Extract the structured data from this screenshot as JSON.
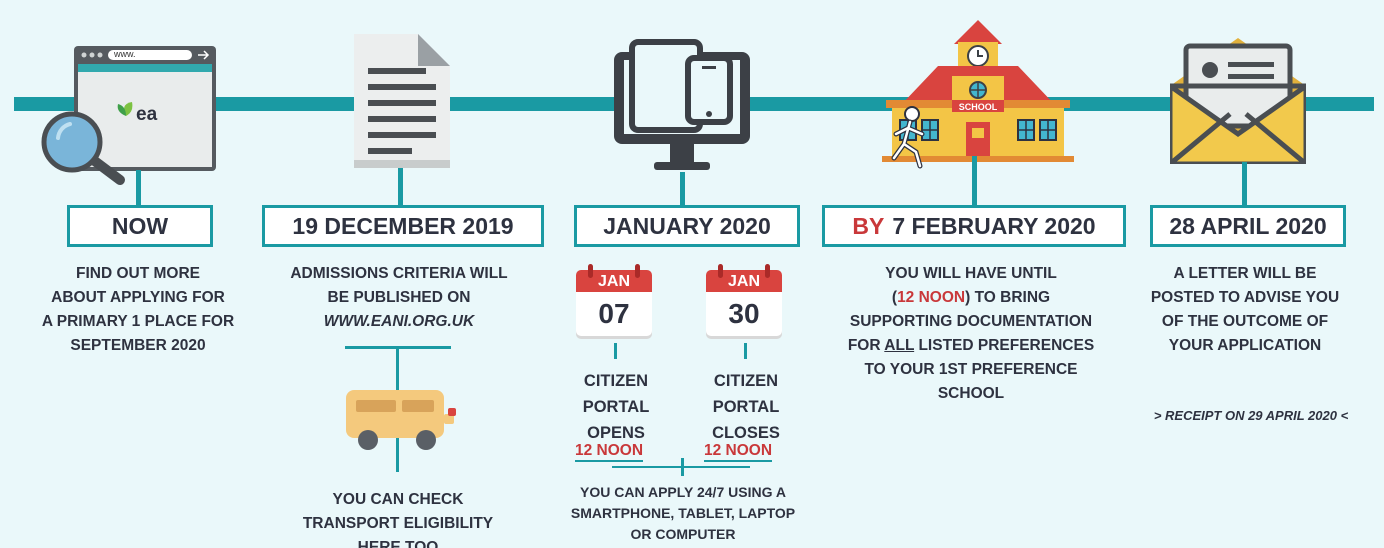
{
  "steps": [
    {
      "date": "NOW",
      "lines": [
        "FIND OUT MORE",
        "ABOUT APPLYING FOR",
        "A PRIMARY 1 PLACE FOR",
        "SEPTEMBER 2020"
      ]
    },
    {
      "date": "19 DECEMBER 2019",
      "lines": [
        "ADMISSIONS CRITERIA WILL",
        "BE PUBLISHED ON"
      ],
      "url": "WWW.EANI.ORG.UK",
      "transport_lines": [
        "YOU CAN CHECK",
        "TRANSPORT ELIGIBILITY",
        "HERE TOO"
      ]
    },
    {
      "date": "JANUARY 2020",
      "calendars": [
        {
          "month": "JAN",
          "day": "07",
          "label_lines": [
            "CITIZEN",
            "PORTAL",
            "OPENS"
          ],
          "time": "12 NOON"
        },
        {
          "month": "JAN",
          "day": "30",
          "label_lines": [
            "CITIZEN",
            "PORTAL",
            "CLOSES"
          ],
          "time": "12 NOON"
        }
      ],
      "apply_lines": [
        "YOU CAN APPLY 24/7 USING A",
        "SMARTPHONE, TABLET, LAPTOP",
        "OR COMPUTER"
      ]
    },
    {
      "date_prefix": "BY",
      "date": "7 FEBRUARY 2020",
      "line1": "YOU WILL HAVE UNTIL",
      "paren_open": "(",
      "noon": "12 NOON",
      "paren_rest": ") TO BRING",
      "line3": "SUPPORTING DOCUMENTATION",
      "line4_pre": "FOR ",
      "line4_all": "ALL",
      "line4_post": " LISTED PREFERENCES",
      "line5": "TO YOUR 1ST PREFERENCE",
      "line6": "SCHOOL"
    },
    {
      "date": "28 APRIL 2020",
      "lines": [
        "A LETTER WILL BE",
        "POSTED TO ADVISE YOU",
        "OF THE OUTCOME OF",
        "YOUR APPLICATION"
      ],
      "receipt": "> RECEIPT ON 29 APRIL 2020 <"
    }
  ],
  "browser": {
    "address": "www.",
    "logo": "ea"
  },
  "school_sign": "SCHOOL",
  "colors": {
    "teal": "#1a9aa3",
    "red": "#c9383a",
    "background": "#eaf8fa",
    "text": "#2e3240"
  }
}
